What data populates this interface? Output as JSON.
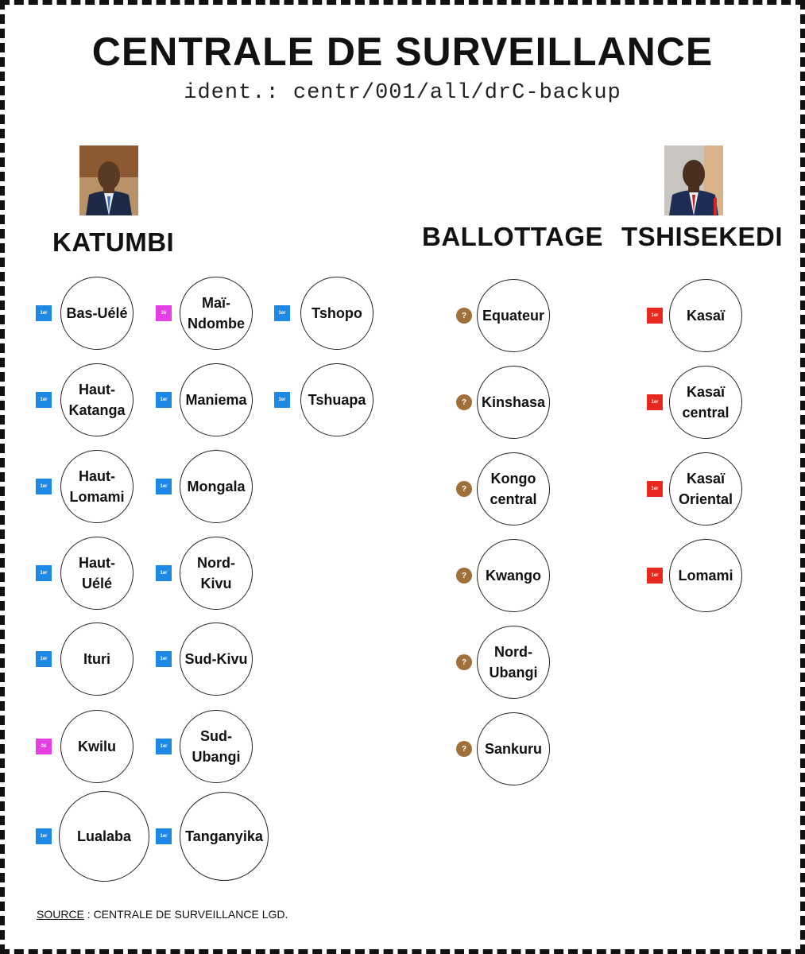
{
  "title": "CENTRALE DE SURVEILLANCE",
  "ident": "ident.: centr/001/all/drC-backup",
  "columns": {
    "katumbi": "KATUMBI",
    "ballottage": "BALLOTTAGE",
    "tshisekedi": "TSHISEKEDI"
  },
  "badges": {
    "first": "1er",
    "second": "2è",
    "question": "?"
  },
  "katumbi_col1": [
    {
      "name": "Bas-Uélé",
      "rank": "1er"
    },
    {
      "name": "Haut-\nKatanga",
      "rank": "1er"
    },
    {
      "name": "Haut-\nLomami",
      "rank": "1er"
    },
    {
      "name": "Haut-\nUélé",
      "rank": "1er"
    },
    {
      "name": "Ituri",
      "rank": "1er"
    },
    {
      "name": "Kwilu",
      "rank": "2è"
    },
    {
      "name": "Lualaba",
      "rank": "1er"
    }
  ],
  "katumbi_col2": [
    {
      "name": "Maï-\nNdombe",
      "rank": "2è"
    },
    {
      "name": "Maniema",
      "rank": "1er"
    },
    {
      "name": "Mongala",
      "rank": "1er"
    },
    {
      "name": "Nord-\nKivu",
      "rank": "1er"
    },
    {
      "name": "Sud-Kivu",
      "rank": "1er"
    },
    {
      "name": "Sud-\nUbangi",
      "rank": "1er"
    },
    {
      "name": "Tanganyika",
      "rank": "1er"
    }
  ],
  "katumbi_col3": [
    {
      "name": "Tshopo",
      "rank": "1er"
    },
    {
      "name": "Tshuapa",
      "rank": "1er"
    }
  ],
  "ballottage": [
    {
      "name": "Equateur",
      "rank": "?"
    },
    {
      "name": "Kinshasa",
      "rank": "?"
    },
    {
      "name": "Kongo\ncentral",
      "rank": "?"
    },
    {
      "name": "Kwango",
      "rank": "?"
    },
    {
      "name": "Nord-\nUbangi",
      "rank": "?"
    },
    {
      "name": "Sankuru",
      "rank": "?"
    }
  ],
  "tshisekedi": [
    {
      "name": "Kasaï",
      "rank": "1er"
    },
    {
      "name": "Kasaï\ncentral",
      "rank": "1er"
    },
    {
      "name": "Kasaï\nOriental",
      "rank": "1er"
    },
    {
      "name": "Lomami",
      "rank": "1er"
    }
  ],
  "source": {
    "label": "SOURCE",
    "text": " : CENTRALE DE SURVEILLANCE LGD."
  }
}
